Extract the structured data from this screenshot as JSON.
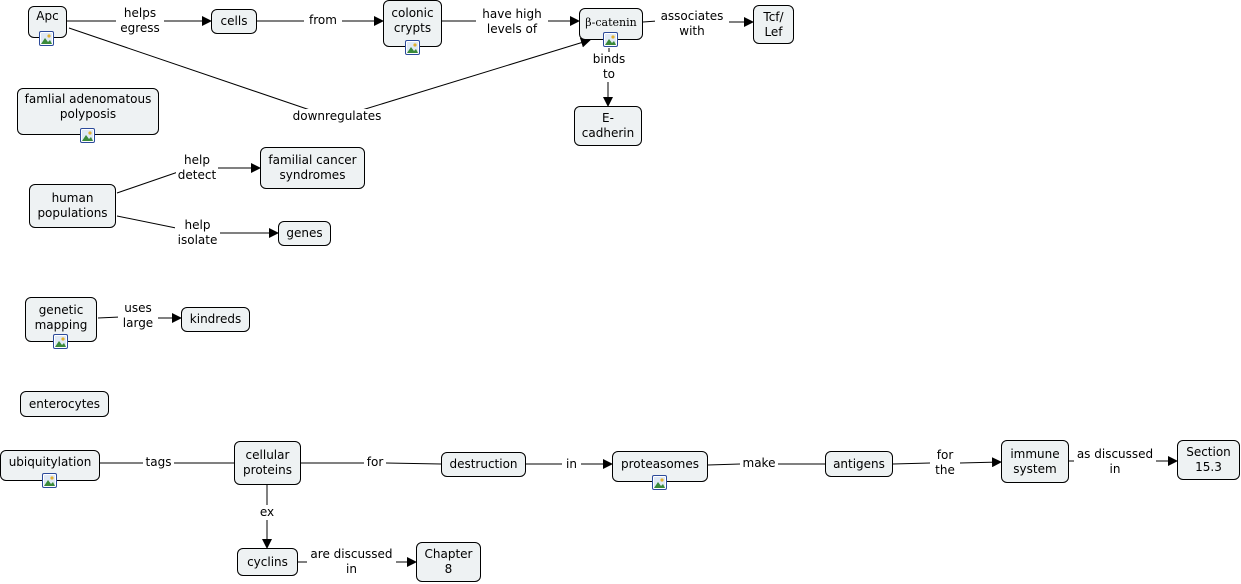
{
  "nodes": {
    "apc": "Apc",
    "cells": "cells",
    "colonic_crypts": "colonic\ncrypts",
    "beta_catenin": "β-catenin",
    "tcf_lef": "Tcf/\nLef",
    "e_cadherin": "E-\ncadherin",
    "famlial": "famlial adenomatous\npolyposis",
    "human_populations": "human\npopulations",
    "familial_cancer": "familial cancer\nsyndromes",
    "genes": "genes",
    "genetic_mapping": "genetic\nmapping",
    "kindreds": "kindreds",
    "enterocytes": "enterocytes",
    "ubiquitylation": "ubiquitylation",
    "cellular_proteins": "cellular\nproteins",
    "destruction": "destruction",
    "proteasomes": "proteasomes",
    "antigens": "antigens",
    "immune_system": "immune\nsystem",
    "section": "Section\n15.3",
    "cyclins": "cyclins",
    "chapter": "Chapter\n8"
  },
  "links": {
    "helps_egress": "helps\negress",
    "from": "from",
    "have_high_levels": "have high\nlevels of",
    "associates_with": "associates\nwith",
    "binds_to": "binds\nto",
    "downregulates": "downregulates",
    "help_detect": "help\ndetect",
    "help_isolate": "help\nisolate",
    "uses_large": "uses\nlarge",
    "tags": "tags",
    "for": "for",
    "in": "in",
    "make": "make",
    "for_the": "for\nthe",
    "as_discussed_in": "as discussed\nin",
    "ex": "ex",
    "are_discussed_in": "are discussed\nin"
  },
  "icons": {
    "resource": "image-resource-icon"
  }
}
